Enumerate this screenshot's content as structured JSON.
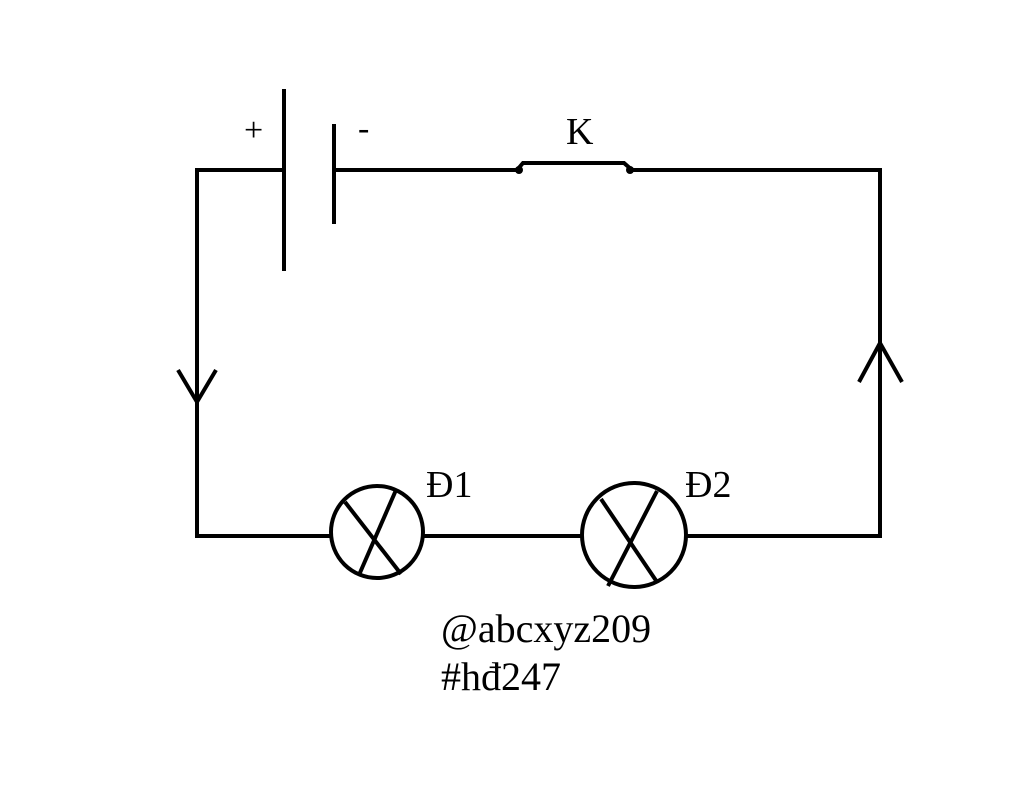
{
  "diagram": {
    "battery": {
      "positive_label": "+",
      "negative_label": "-"
    },
    "switch": {
      "label": "K"
    },
    "lamps": [
      {
        "label": "Đ1"
      },
      {
        "label": "Đ2"
      }
    ],
    "current_direction_icon": "arrow-icon",
    "note_lines": [
      "@abcxyz209",
      "#hđ247"
    ],
    "colors": {
      "line": "#000000",
      "background": "#ffffff"
    }
  }
}
